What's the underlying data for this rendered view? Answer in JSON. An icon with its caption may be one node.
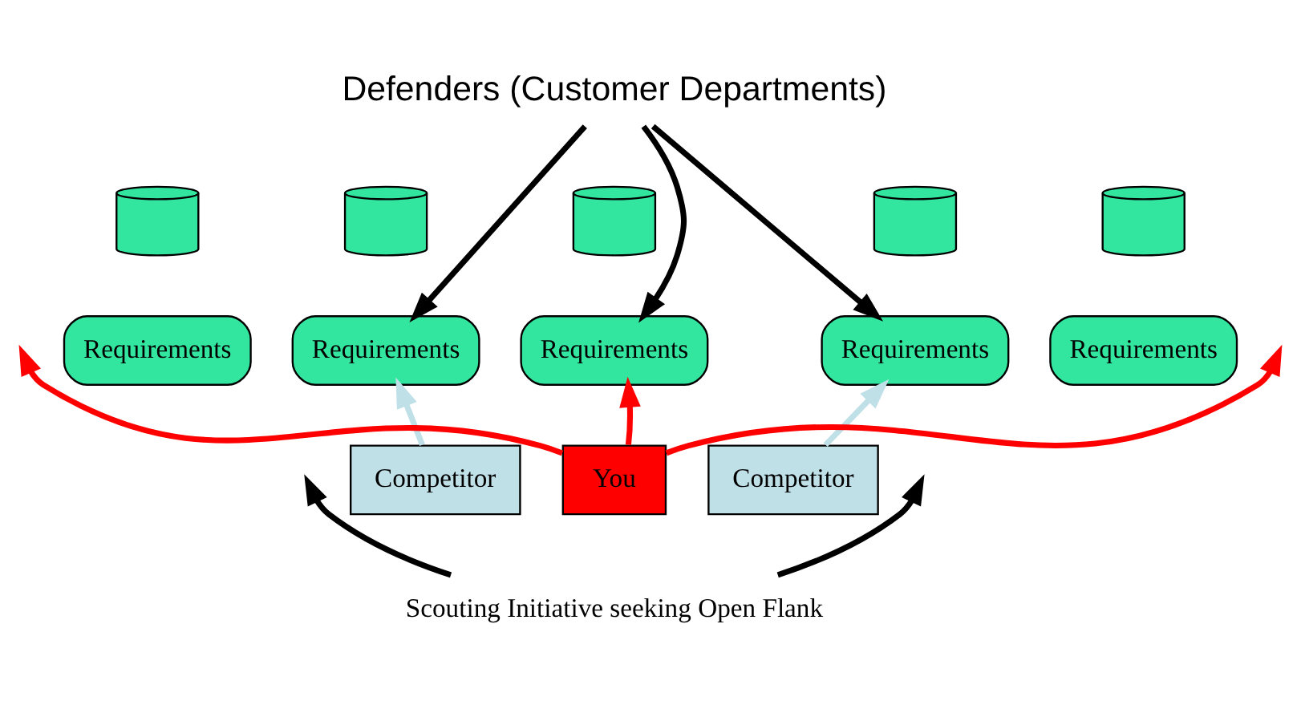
{
  "diagram": {
    "nodes": [
      {
        "text": [
          "Defenders (Customer Departments)"
        ]
      },
      {
        "text": [],
        "shape": "cylinder"
      },
      {
        "text": [],
        "shape": "cylinder"
      },
      {
        "text": [],
        "shape": "cylinder"
      },
      {
        "text": [],
        "shape": "cylinder"
      },
      {
        "text": [],
        "shape": "cylinder"
      },
      {
        "text": [
          "Requirements"
        ]
      },
      {
        "text": [
          "Requirements"
        ]
      },
      {
        "text": [
          "Requirements"
        ]
      },
      {
        "text": [
          "Requirements"
        ]
      },
      {
        "text": [
          "Requirements"
        ]
      },
      {
        "text": [
          "Competitor"
        ]
      },
      {
        "text": [
          "You"
        ]
      },
      {
        "text": [
          "Competitor"
        ]
      },
      {
        "text": [
          "Scouting Initiative seeking Open Flank"
        ]
      }
    ],
    "edges": [
      {
        "from": 0,
        "to": 7,
        "arrow": "to"
      },
      {
        "from": 0,
        "to": 8,
        "arrow": "to"
      },
      {
        "from": 0,
        "to": 9,
        "arrow": "to"
      },
      {
        "from": 11,
        "to": 7,
        "arrow": "to",
        "color": "#c0e0e8"
      },
      {
        "from": 12,
        "to": 8,
        "arrow": "to",
        "color": "#ff0000"
      },
      {
        "from": 13,
        "to": 9,
        "arrow": "to",
        "color": "#c0e0e8"
      },
      {
        "from": 12,
        "to": null,
        "arrow": "to",
        "color": "#ff0000"
      },
      {
        "from": 12,
        "to": null,
        "arrow": "to",
        "color": "#ff0000"
      },
      {
        "from": 14,
        "to": null,
        "arrow": "to"
      },
      {
        "from": 14,
        "to": null,
        "arrow": "to"
      }
    ]
  }
}
